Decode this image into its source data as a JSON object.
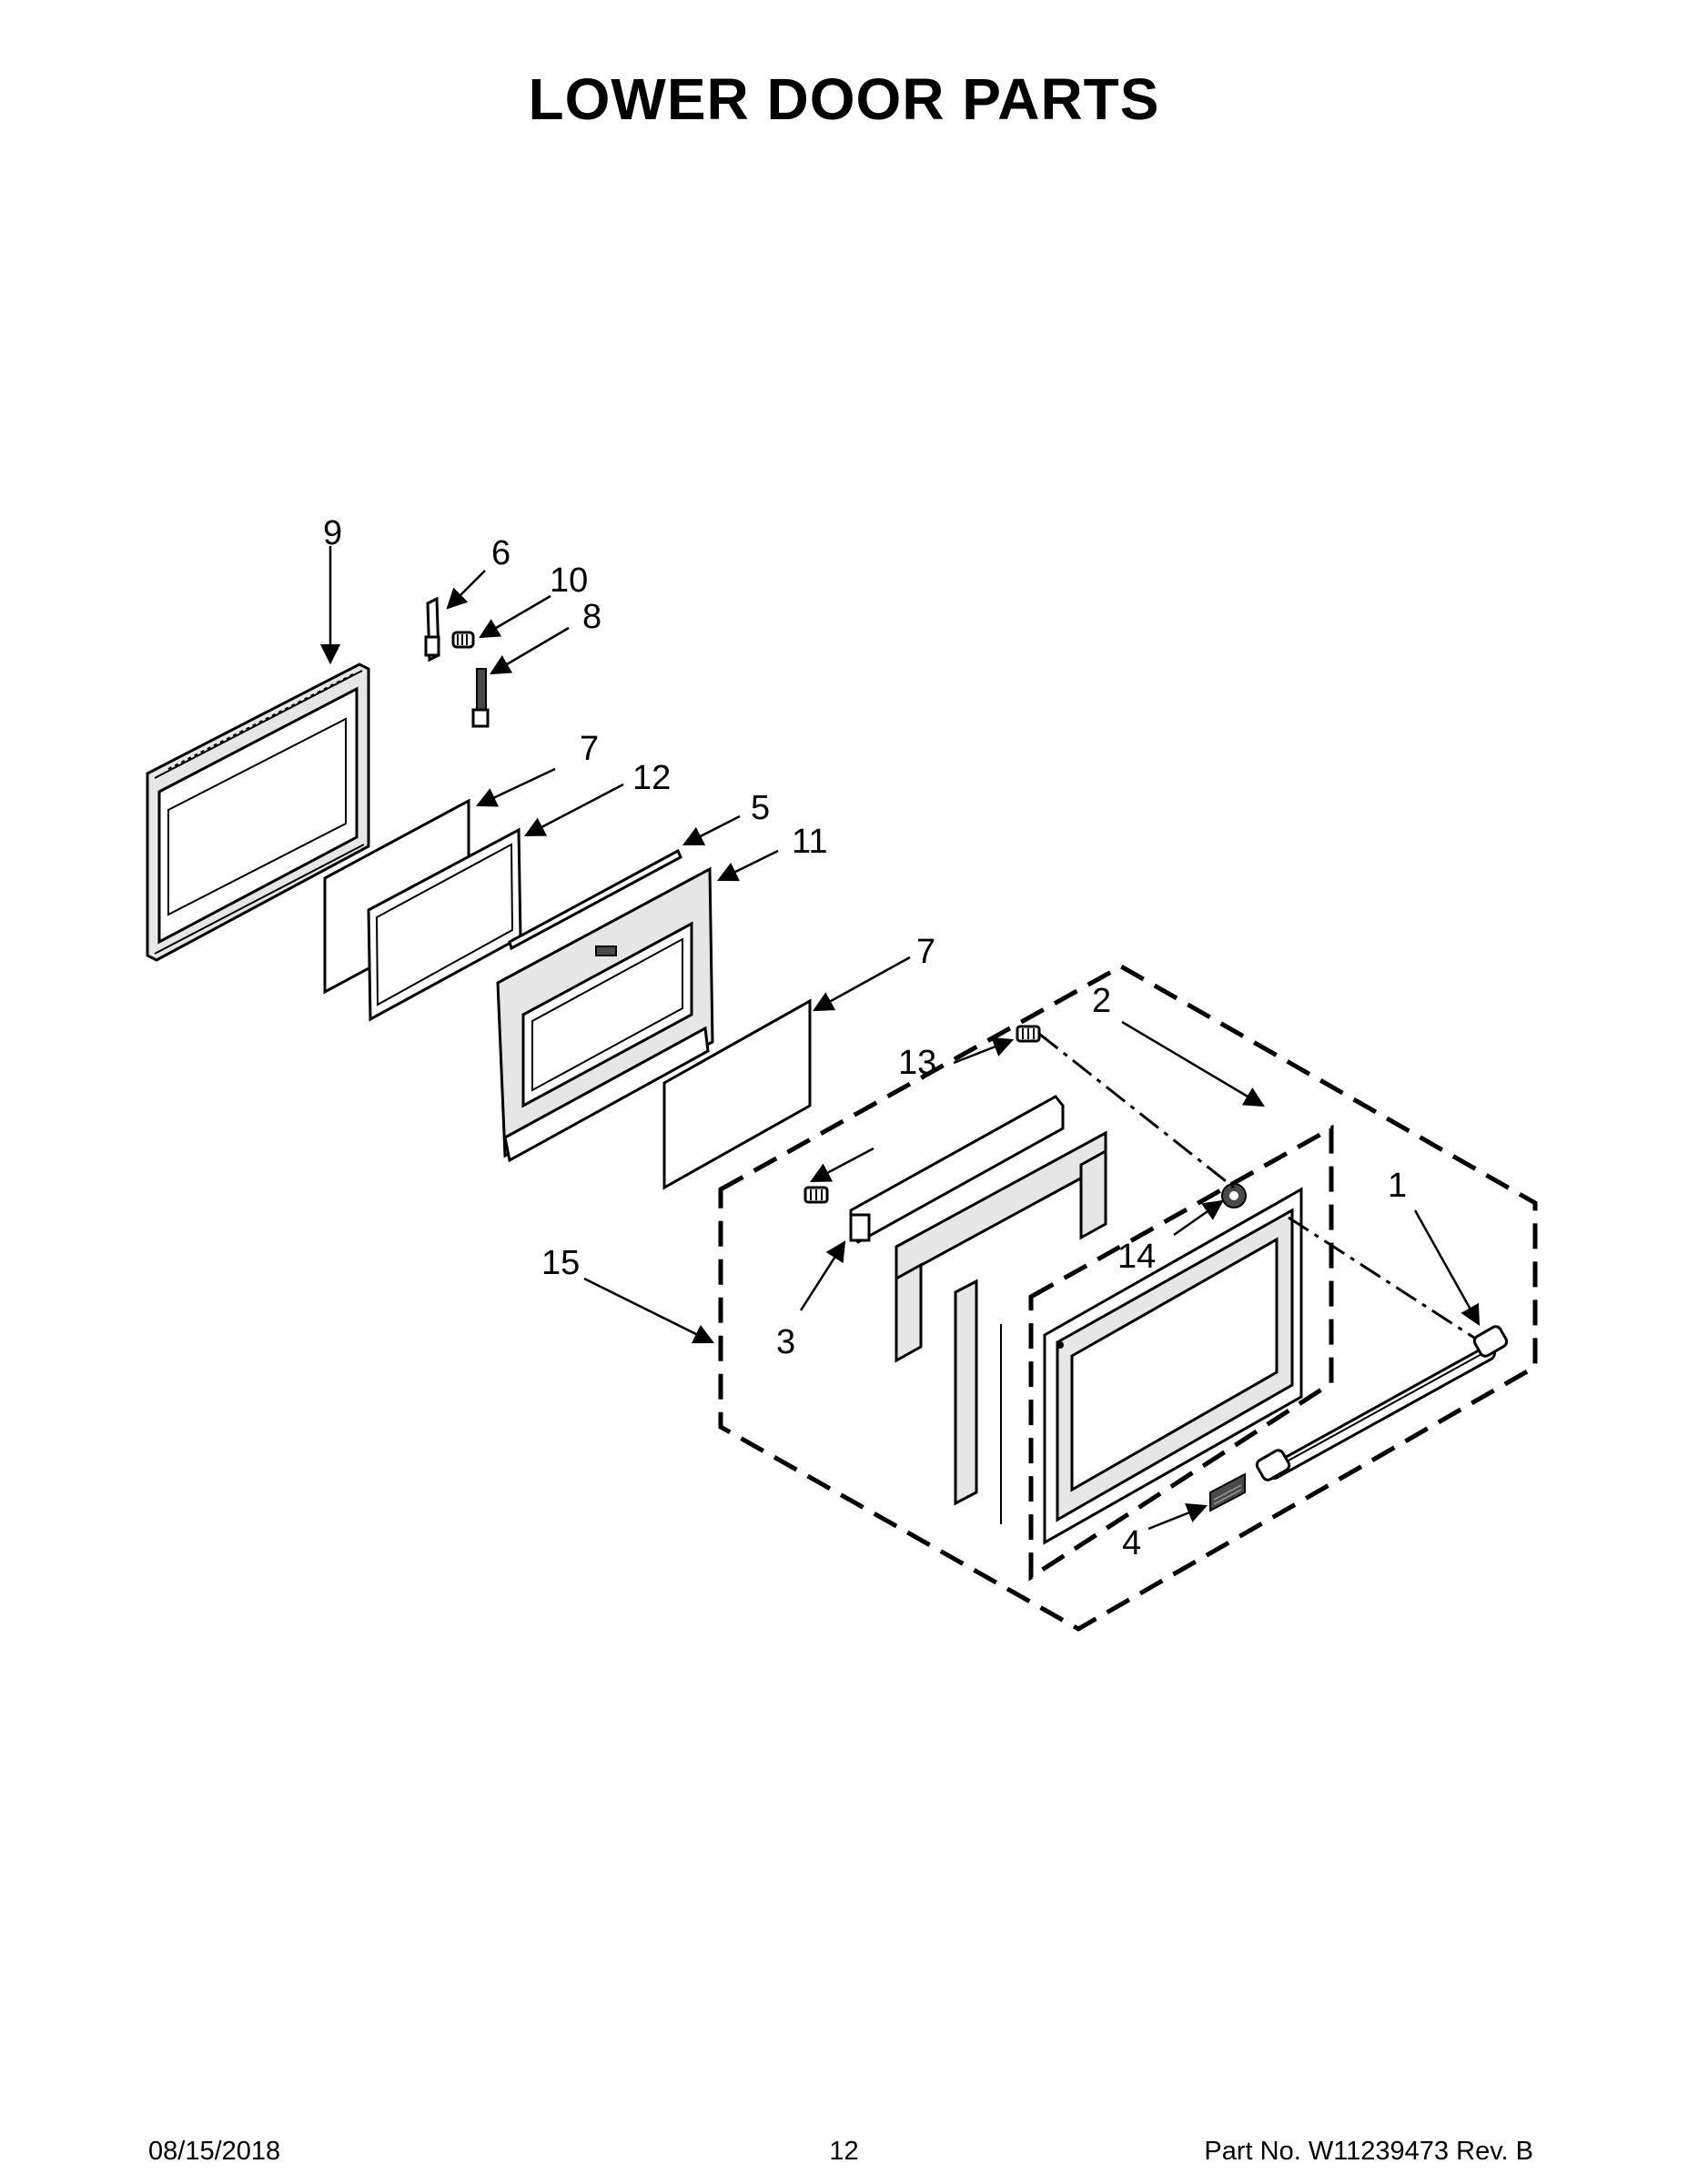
{
  "title": "LOWER DOOR PARTS",
  "footer": {
    "date": "08/15/2018",
    "page": "12",
    "part_no": "Part No.  W11239473  Rev.  B"
  },
  "callouts": {
    "c1": "1",
    "c2": "2",
    "c3": "3",
    "c4": "4",
    "c5": "5",
    "c6": "6",
    "c7a": "7",
    "c7b": "7",
    "c8": "8",
    "c9": "9",
    "c10": "10",
    "c11": "11",
    "c12": "12",
    "c13": "13",
    "c14": "14",
    "c15": "15"
  }
}
